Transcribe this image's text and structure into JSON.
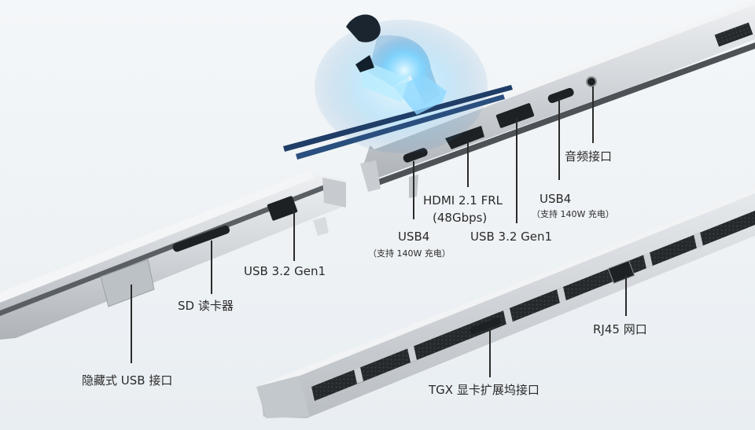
{
  "labels": {
    "usb32_left": "USB 3.2 Gen1",
    "sd_reader": "SD 读卡器",
    "hidden_usb": "隐藏式 USB 接口",
    "usb4_left": "USB4",
    "usb4_left_note": "（支持 140W 充电）",
    "hdmi": "HDMI 2.1 FRL",
    "hdmi_note": "(48Gbps)",
    "usb32_right": "USB 3.2 Gen1",
    "usb4_right": "USB4",
    "usb4_right_note": "（支持 140W 充电）",
    "audio_jack": "音频接口",
    "rj45": "RJ45 网口",
    "tgx_dock": "TGX 显卡扩展坞接口"
  },
  "colors": {
    "chassis": "#d4d8dc",
    "chassis_dark": "#b6bbc1",
    "port": "#1e2124",
    "leader": "#2b2b2b",
    "skier_glow": "#5ac8ff"
  }
}
